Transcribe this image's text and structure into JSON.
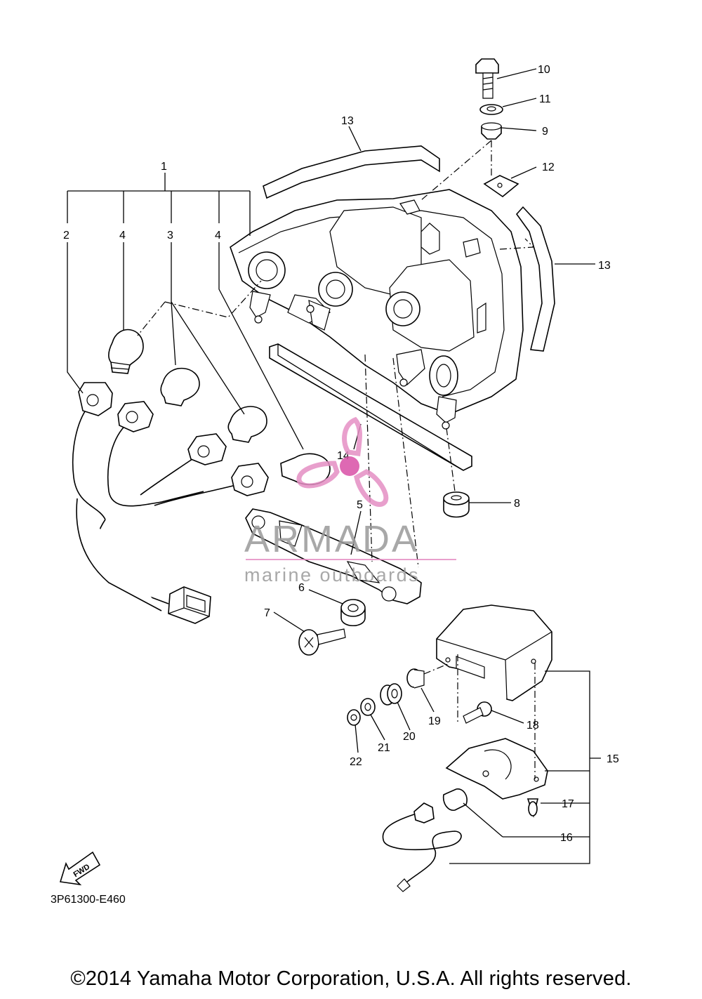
{
  "diagram": {
    "callouts": [
      {
        "id": "1",
        "label": "1"
      },
      {
        "id": "2",
        "label": "2"
      },
      {
        "id": "3",
        "label": "3"
      },
      {
        "id": "4a",
        "label": "4"
      },
      {
        "id": "4b",
        "label": "4"
      },
      {
        "id": "5",
        "label": "5"
      },
      {
        "id": "6",
        "label": "6"
      },
      {
        "id": "7",
        "label": "7"
      },
      {
        "id": "8",
        "label": "8"
      },
      {
        "id": "9",
        "label": "9"
      },
      {
        "id": "10",
        "label": "10"
      },
      {
        "id": "11",
        "label": "11"
      },
      {
        "id": "12",
        "label": "12"
      },
      {
        "id": "13a",
        "label": "13"
      },
      {
        "id": "13b",
        "label": "13"
      },
      {
        "id": "14",
        "label": "14"
      },
      {
        "id": "15",
        "label": "15"
      },
      {
        "id": "16",
        "label": "16"
      },
      {
        "id": "17",
        "label": "17"
      },
      {
        "id": "18",
        "label": "18"
      },
      {
        "id": "19",
        "label": "19"
      },
      {
        "id": "20",
        "label": "20"
      },
      {
        "id": "21",
        "label": "21"
      },
      {
        "id": "22",
        "label": "22"
      }
    ],
    "fwd_label": "FWD",
    "code": "3P61300-E460"
  },
  "watermark": {
    "brand": "ARMADA",
    "tagline": "marine outboards",
    "accent_color": "#e58fc4"
  },
  "copyright": "©2014 Yamaha Motor Corporation, U.S.A. All rights reserved."
}
